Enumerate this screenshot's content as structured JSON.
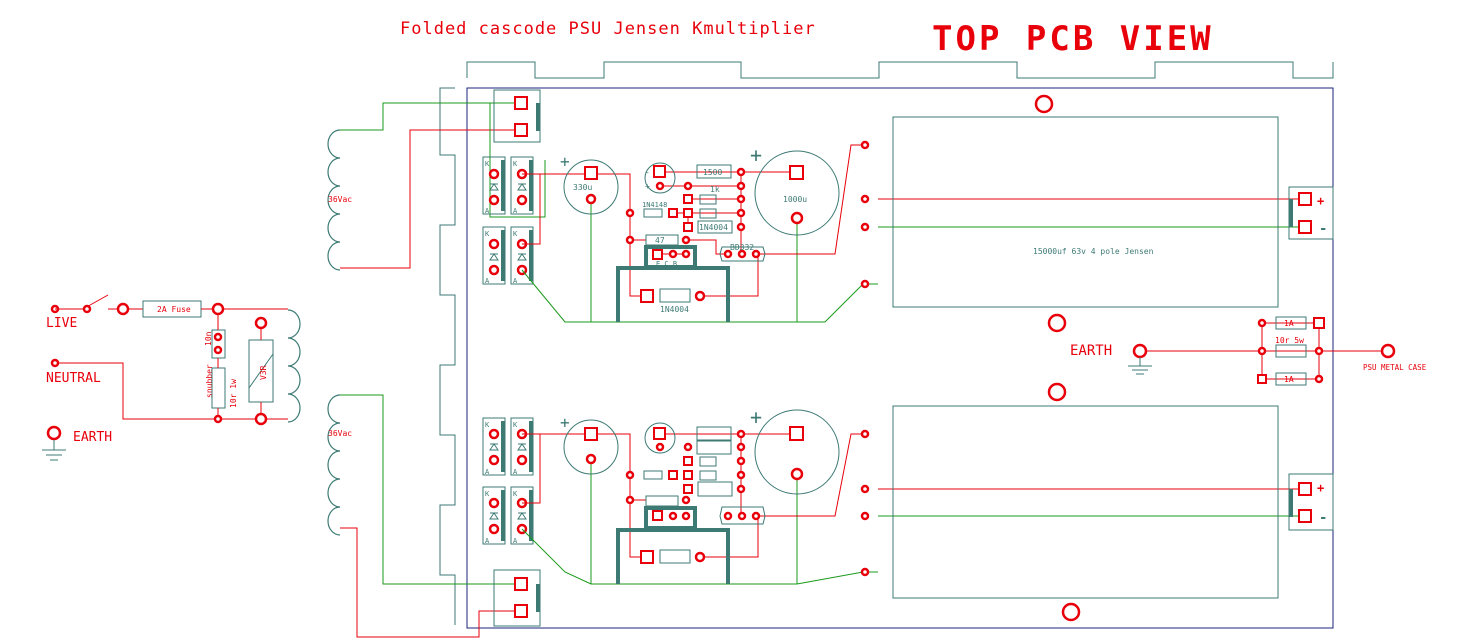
{
  "title": "Folded cascode PSU Jensen Kmultiplier",
  "view_label": "TOP PCB VIEW",
  "mains": {
    "live": "LIVE",
    "neutral": "NEUTRAL",
    "earth": "EARTH",
    "fuse": "2A Fuse",
    "snubber_cap": "10n",
    "snubber": "snubber",
    "snubber_res": "10r 1w",
    "varistor": "V3R"
  },
  "transformer": {
    "upper_secondary": "36Vac",
    "lower_secondary": "36Vac"
  },
  "upper_channel": {
    "cap_small": "330u",
    "cap_big": "1000u",
    "diode_small": "1N4148",
    "res_1500": "1500",
    "res_1k": "1k",
    "diode_1n4004_a": "1N4004",
    "res_47": "47",
    "transistor": "BD332",
    "pins": "E  C  B",
    "diode_1n4004_b": "1N4004",
    "bridge_k": "K",
    "bridge_a": "A",
    "reservoir": "15000uf 63v 4 pole Jensen",
    "out_plus": "+",
    "out_minus": "-",
    "cap_plus": "+"
  },
  "lower_channel": {
    "out_plus": "+",
    "out_minus": "-",
    "cap_plus": "+"
  },
  "ground_link": {
    "earth": "EARTH",
    "fuse_a": "1A",
    "res": "10r 5w",
    "fuse_b": "1A",
    "case": "PSU METAL CASE"
  }
}
